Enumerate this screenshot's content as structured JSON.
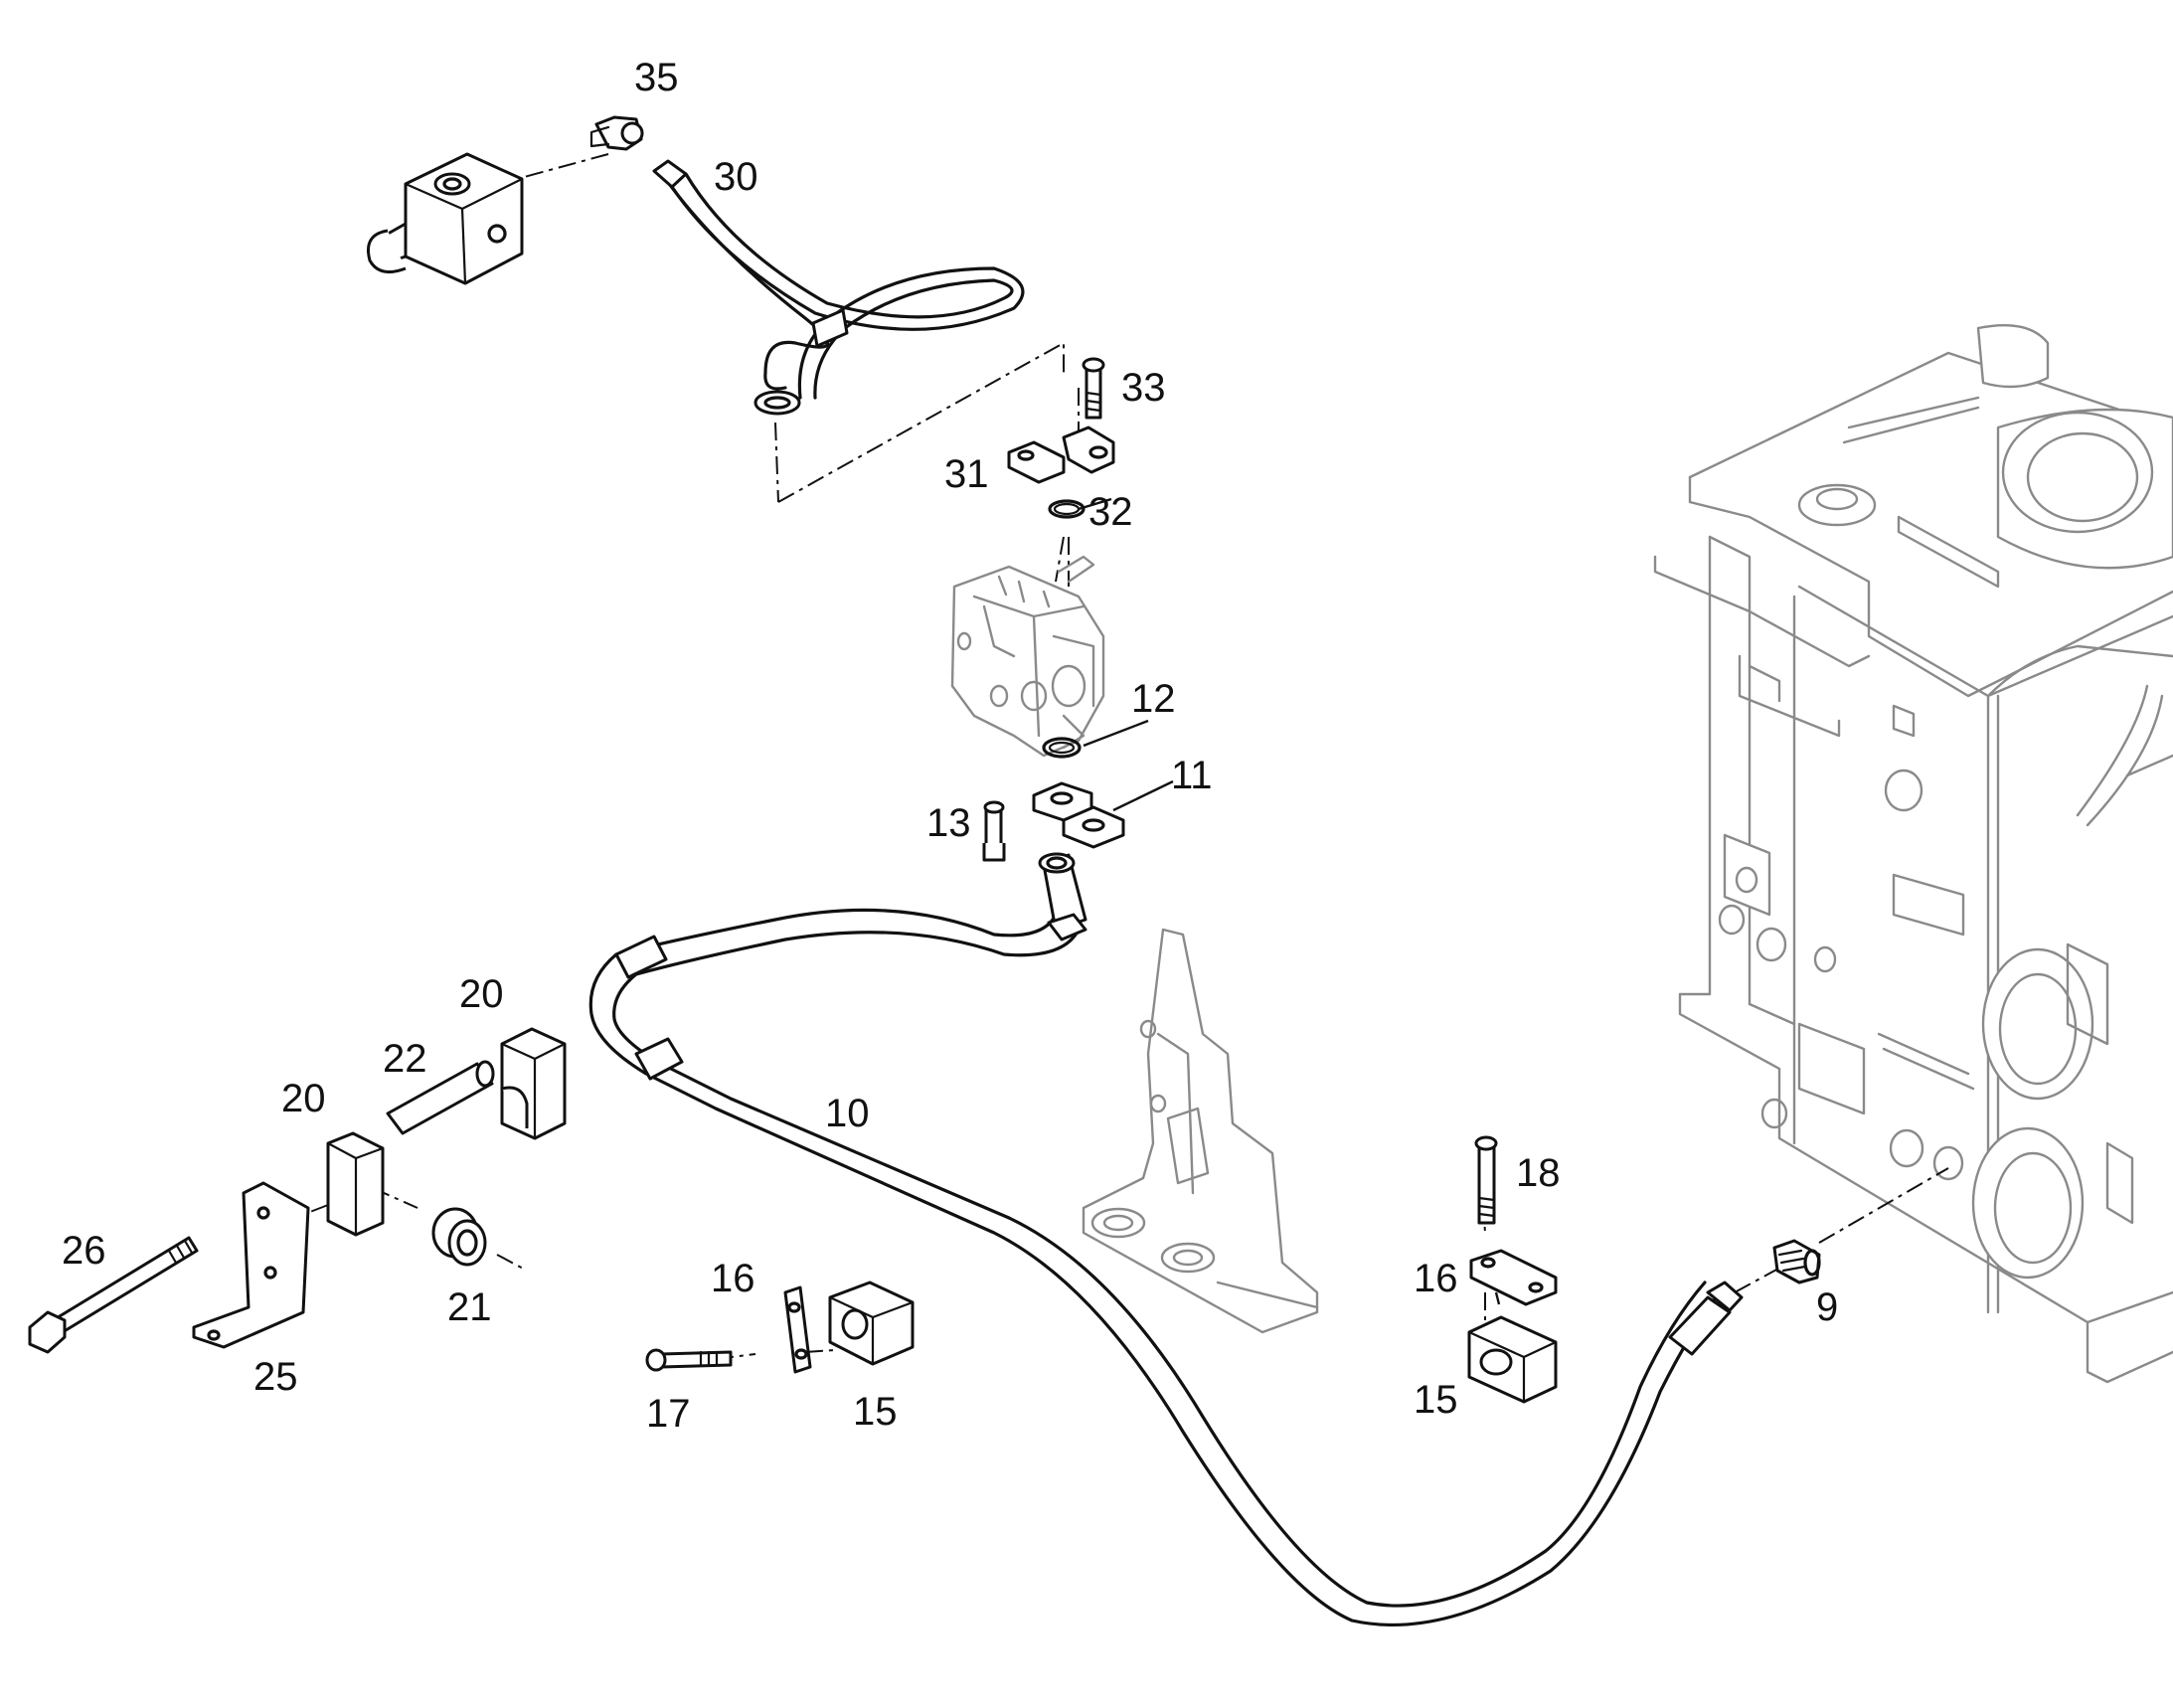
{
  "callouts": {
    "c9": "9",
    "c10": "10",
    "c11": "11",
    "c12": "12",
    "c13": "13",
    "c15a": "15",
    "c15b": "15",
    "c16a": "16",
    "c16b": "16",
    "c17": "17",
    "c18": "18",
    "c20a": "20",
    "c20b": "20",
    "c21": "21",
    "c22": "22",
    "c25": "25",
    "c26": "26",
    "c30": "30",
    "c31": "31",
    "c32": "32",
    "c33": "33",
    "c35": "35"
  }
}
